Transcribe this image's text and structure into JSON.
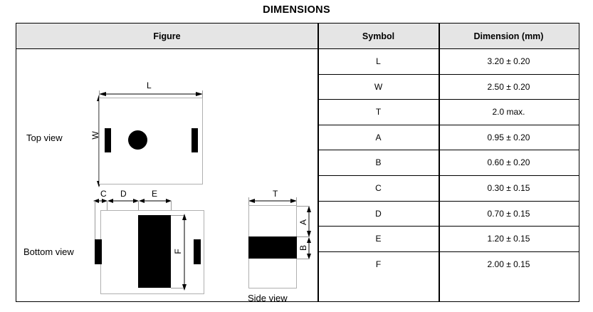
{
  "title": "DIMENSIONS",
  "table": {
    "headers": {
      "figure": "Figure",
      "symbol": "Symbol",
      "dimension": "Dimension (mm)"
    },
    "rows": [
      {
        "symbol": "L",
        "dimension": "3.20 ± 0.20"
      },
      {
        "symbol": "W",
        "dimension": "2.50 ± 0.20"
      },
      {
        "symbol": "T",
        "dimension": "2.0 max."
      },
      {
        "symbol": "A",
        "dimension": "0.95 ± 0.20"
      },
      {
        "symbol": "B",
        "dimension": "0.60 ± 0.20"
      },
      {
        "symbol": "C",
        "dimension": "0.30 ± 0.15"
      },
      {
        "symbol": "D",
        "dimension": "0.70 ± 0.15"
      },
      {
        "symbol": "E",
        "dimension": "1.20 ± 0.15"
      },
      {
        "symbol": "F",
        "dimension": "2.00 ± 0.15"
      }
    ]
  },
  "figure": {
    "views": {
      "top": "Top view",
      "bottom": "Bottom view",
      "side": "Side view"
    },
    "callouts": {
      "L": "L",
      "W": "W",
      "C": "C",
      "D": "D",
      "E": "E",
      "F": "F",
      "T": "T",
      "A": "A",
      "B": "B"
    }
  },
  "colors": {
    "header_background": "#e5e5e5",
    "border": "#000000",
    "terminal_fill": "#000000",
    "outline": "#b0b0b0"
  }
}
